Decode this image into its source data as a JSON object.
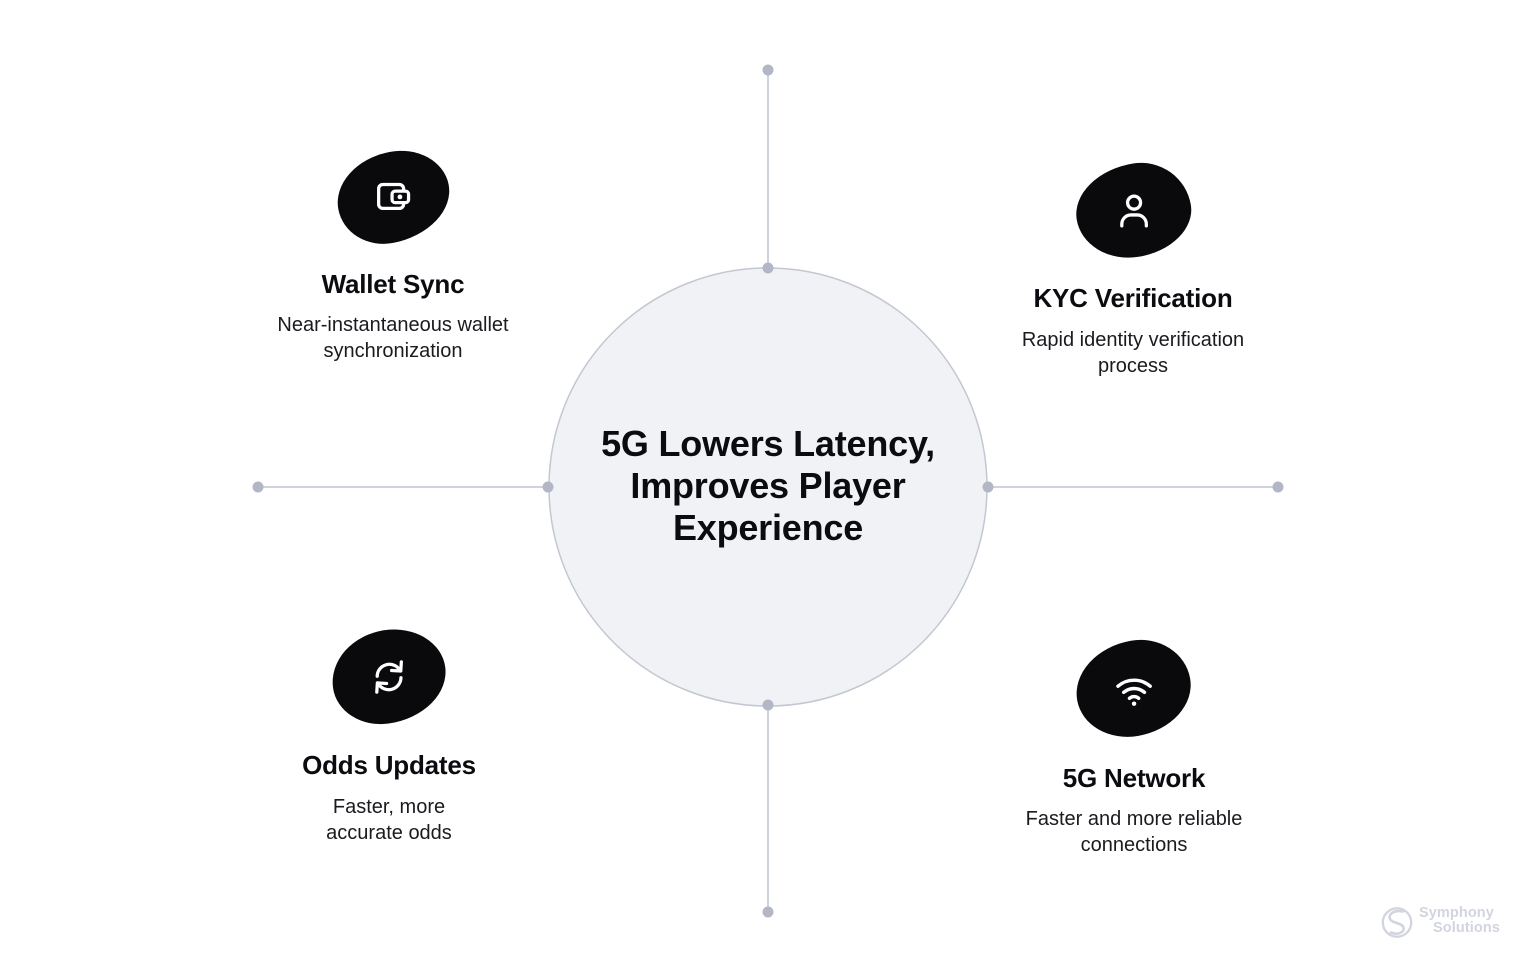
{
  "center": {
    "title": "5G Lowers Latency,\nImproves Player\nExperience"
  },
  "features": [
    {
      "id": "wallet-sync",
      "title": "Wallet Sync",
      "description": "Near-instantaneous wallet\nsynchronization",
      "icon": "wallet-icon"
    },
    {
      "id": "kyc-verification",
      "title": "KYC Verification",
      "description": "Rapid identity verification\nprocess",
      "icon": "user-icon"
    },
    {
      "id": "odds-updates",
      "title": "Odds Updates",
      "description": "Faster, more\naccurate odds",
      "icon": "sync-icon"
    },
    {
      "id": "5g-network",
      "title": "5G Network",
      "description": "Faster and more reliable\nconnections",
      "icon": "wifi-icon"
    }
  ],
  "logo": {
    "name": "Symphony Solutions",
    "line1": "Symphony",
    "line2": "Solutions"
  },
  "colors": {
    "blob": "#0a0a0c",
    "icon": "#ffffff",
    "circle_fill": "#f1f2f6",
    "circle_stroke": "#c3c7d1",
    "connector_line": "#c9cdd7",
    "connector_dot": "#b3b7c5",
    "title_text": "#0b0c10",
    "body_text": "#1a1b1f",
    "logo_gray": "#d2d5df"
  }
}
